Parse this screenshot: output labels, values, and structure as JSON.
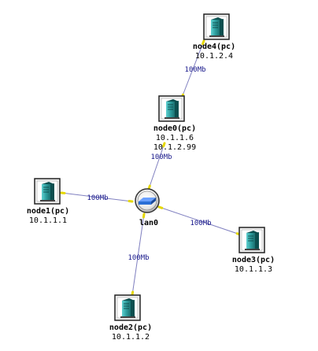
{
  "colors": {
    "link": "#8080c0",
    "port": "#e6d800",
    "pc_face": "#2e9f9f",
    "pc_dark": "#0c4f4f",
    "hub_body": "#2a6fd6"
  },
  "nodes": {
    "node4": {
      "name": "node4(pc)",
      "ips": [
        "10.1.2.4"
      ],
      "icon": "pc-tower-icon"
    },
    "node0": {
      "name": "node0(pc)",
      "ips": [
        "10.1.1.6",
        "10.1.2.99"
      ],
      "icon": "pc-tower-icon"
    },
    "node1": {
      "name": "node1(pc)",
      "ips": [
        "10.1.1.1"
      ],
      "icon": "pc-tower-icon"
    },
    "node2": {
      "name": "node2(pc)",
      "ips": [
        "10.1.1.2"
      ],
      "icon": "pc-tower-icon"
    },
    "node3": {
      "name": "node3(pc)",
      "ips": [
        "10.1.1.3"
      ],
      "icon": "pc-tower-icon"
    },
    "lan0": {
      "name": "lan0",
      "ips": [],
      "icon": "lan-hub-icon"
    }
  },
  "links": [
    {
      "id": "node4-node0",
      "from": "node4",
      "to": "node0",
      "bandwidth": "100Mb"
    },
    {
      "id": "node0-lan0",
      "from": "node0",
      "to": "lan0",
      "bandwidth": "100Mb"
    },
    {
      "id": "node1-lan0",
      "from": "node1",
      "to": "lan0",
      "bandwidth": "100Mb"
    },
    {
      "id": "node3-lan0",
      "from": "node3",
      "to": "lan0",
      "bandwidth": "100Mb"
    },
    {
      "id": "node2-lan0",
      "from": "node2",
      "to": "lan0",
      "bandwidth": "100Mb"
    }
  ]
}
